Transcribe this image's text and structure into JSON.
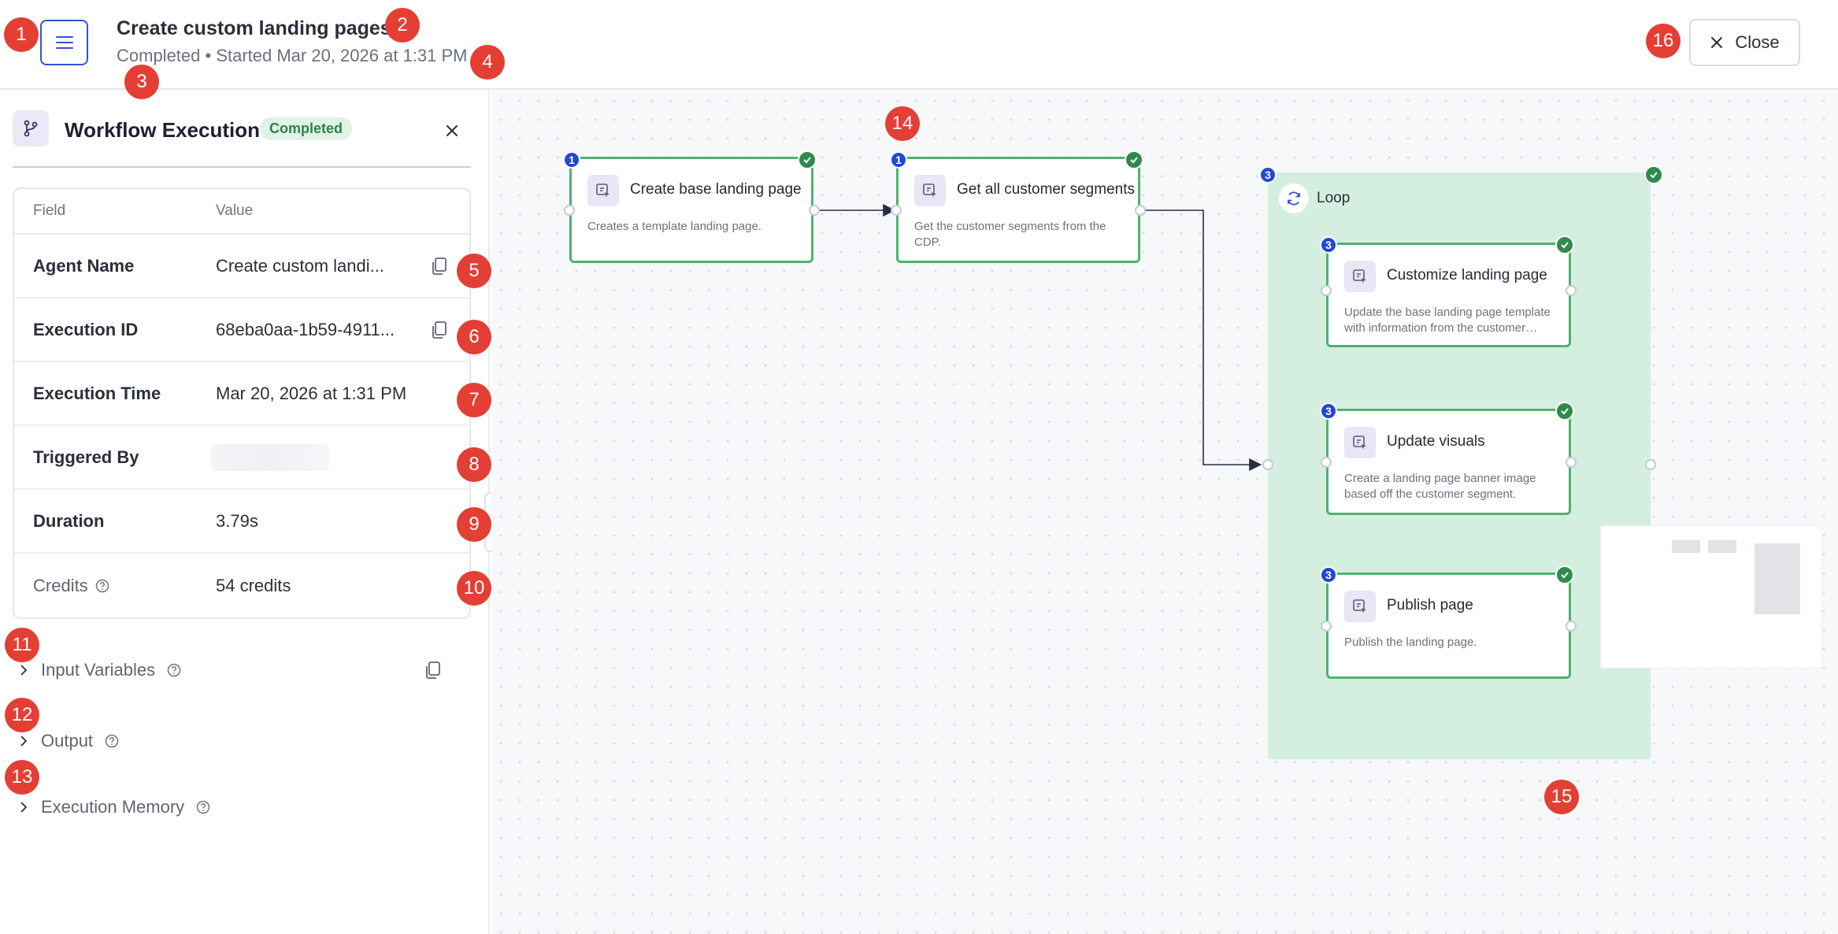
{
  "header": {
    "title": "Create custom landing pages",
    "subtitle": "Completed • Started Mar 20, 2026 at 1:31 PM",
    "close_label": "Close"
  },
  "panel": {
    "title": "Workflow Execution",
    "status": "Completed",
    "table": {
      "col_field": "Field",
      "col_value": "Value",
      "rows": [
        {
          "key": "Agent Name",
          "value": "Create custom landi..."
        },
        {
          "key": "Execution ID",
          "value": "68eba0aa-1b59-4911..."
        },
        {
          "key": "Execution Time",
          "value": "Mar 20, 2026 at 1:31 PM"
        },
        {
          "key": "Triggered By",
          "value": ""
        },
        {
          "key": "Duration",
          "value": "3.79s"
        },
        {
          "key": "Credits",
          "value": "54 credits"
        }
      ]
    },
    "sections": [
      {
        "label": "Input Variables"
      },
      {
        "label": "Output"
      },
      {
        "label": "Execution Memory"
      }
    ]
  },
  "canvas": {
    "nodes": [
      {
        "step": "1",
        "title": "Create base landing page",
        "desc": "Creates a template landing page."
      },
      {
        "step": "1",
        "title": "Get all customer segments",
        "desc": "Get the customer segments from the CDP."
      },
      {
        "step": "3",
        "title": "Customize landing page",
        "desc": "Update the base landing page template with information from the customer…"
      },
      {
        "step": "3",
        "title": "Update visuals",
        "desc": "Create a landing page banner image based off the customer segment."
      },
      {
        "step": "3",
        "title": "Publish page",
        "desc": "Publish the landing page."
      }
    ],
    "loop": {
      "step": "3",
      "label": "Loop"
    }
  },
  "annotations": [
    "1",
    "2",
    "3",
    "4",
    "5",
    "6",
    "7",
    "8",
    "9",
    "10",
    "11",
    "12",
    "13",
    "14",
    "15",
    "16"
  ],
  "colors": {
    "accent": "#3552d8",
    "success": "#4fb270",
    "badge": "#e43f35",
    "loop_bg": "#d4eedf"
  }
}
